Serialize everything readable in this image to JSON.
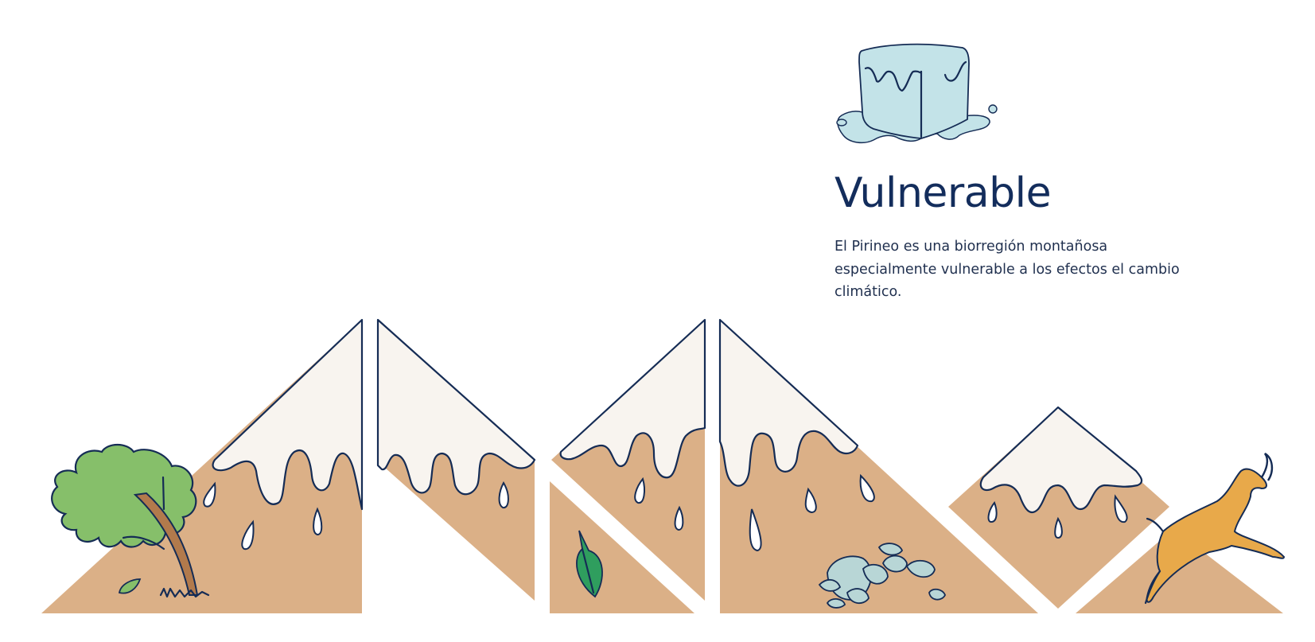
{
  "section": {
    "title": "Vulnerable",
    "description": "El Pirineo es una biorregión montañosa especialmente vulnerable a los efectos el cambio climático.",
    "icon": "melting-ice-cube-icon"
  },
  "illustration": {
    "name": "melting-mountains-puzzle",
    "pieces": 7,
    "elements": [
      "tree-icon",
      "leaf-icon",
      "rocks-icon",
      "chamois-icon",
      "water-drops-icon"
    ],
    "colors": {
      "ground": "#dbb087",
      "snow": "#f8f4ef",
      "outline": "#152c55",
      "tree_green": "#86bf6a",
      "leaf_green": "#2f9e5e",
      "rock_blue": "#b8d6d6",
      "chamois": "#e8a94a",
      "ice": "#c3e3e8",
      "text": "#132d5c"
    }
  }
}
